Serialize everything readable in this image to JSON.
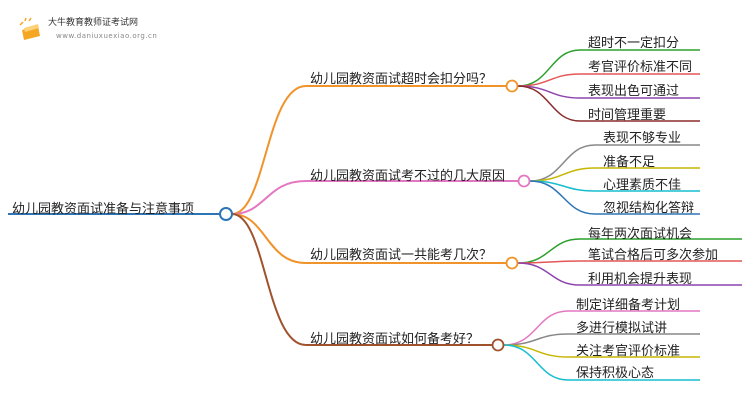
{
  "logo": {
    "title": "大牛教育教师证考试网",
    "url": "www.daniuxuexiao.org.cn"
  },
  "root": {
    "label": "幼儿园教资面试准备与注意事项",
    "color": "#2e75b6"
  },
  "branches": [
    {
      "label": "幼儿园教资面试超时会扣分吗？",
      "color": "#f0932b",
      "children": [
        {
          "label": "超时不一定扣分",
          "color": "#2ca02c"
        },
        {
          "label": "考官评价标准不同",
          "color": "#e45756"
        },
        {
          "label": "表现出色可通过",
          "color": "#8e44ad"
        },
        {
          "label": "时间管理重要",
          "color": "#8b2c2c"
        }
      ]
    },
    {
      "label": "幼儿园教资面试考不过的几大原因",
      "color": "#e377c2",
      "children": [
        {
          "label": "表现不够专业",
          "color": "#888888"
        },
        {
          "label": "准备不足",
          "color": "#c6b600"
        },
        {
          "label": "心理素质不佳",
          "color": "#17becf"
        },
        {
          "label": "忽视结构化答辩",
          "color": "#2e75b6"
        }
      ]
    },
    {
      "label": "幼儿园教资面试一共能考几次？",
      "color": "#f0932b",
      "children": [
        {
          "label": "每年两次面试机会",
          "color": "#2ca02c"
        },
        {
          "label": "笔试合格后可多次参加",
          "color": "#e45756"
        },
        {
          "label": "利用机会提升表现",
          "color": "#8e44ad"
        }
      ]
    },
    {
      "label": "幼儿园教资面试如何备考好？",
      "color": "#a0522d",
      "children": [
        {
          "label": "制定详细备考计划",
          "color": "#e377c2"
        },
        {
          "label": "多进行模拟试讲",
          "color": "#888888"
        },
        {
          "label": "关注考官评价标准",
          "color": "#c6b600"
        },
        {
          "label": "保持积极心态",
          "color": "#17becf"
        }
      ]
    }
  ]
}
